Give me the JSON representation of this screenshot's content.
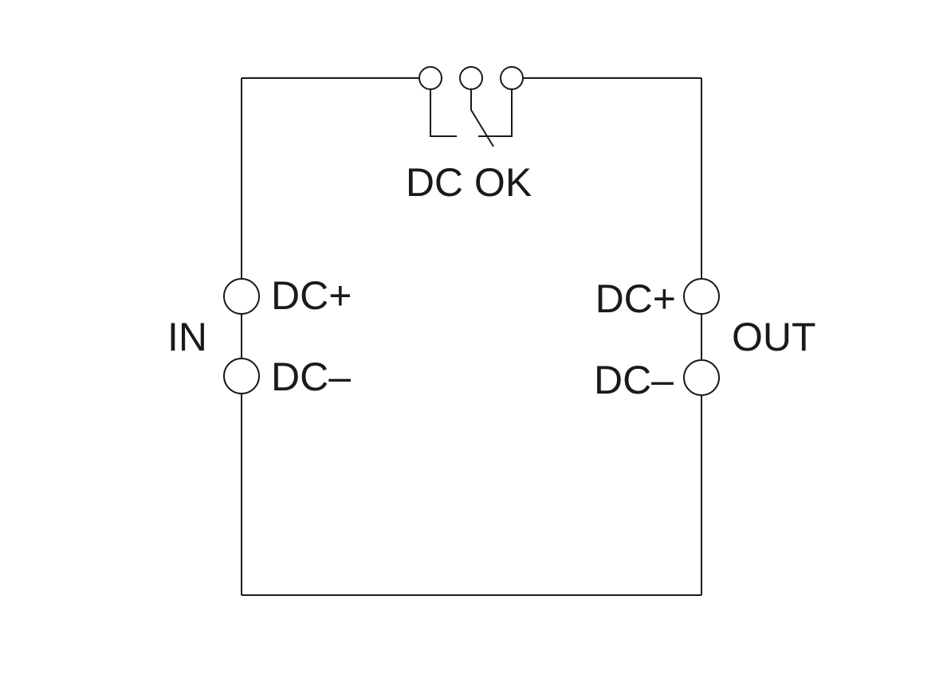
{
  "labels": {
    "relay": "DC OK",
    "input_group": "IN",
    "output_group": "OUT",
    "in_pos": "DC+",
    "in_neg": "DC–",
    "out_pos": "DC+",
    "out_neg": "DC–"
  },
  "colors": {
    "line": "#1a1a1a",
    "background": "#ffffff"
  }
}
